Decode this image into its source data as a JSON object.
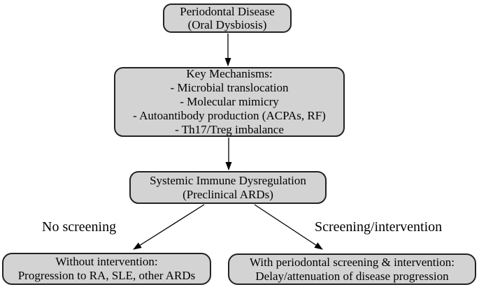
{
  "diagram": {
    "title": "Periodontal disease to autoimmune rheumatic disease flowchart",
    "colors": {
      "box_fill": "#d3d3d3",
      "box_border": "#222222",
      "text_color": "#000000",
      "bg": "#ffffff"
    },
    "nodes": {
      "periodontal": {
        "lines": [
          "Periodontal Disease",
          "(Oral Dysbiosis)"
        ]
      },
      "mechanisms": {
        "lines": [
          "Key Mechanisms:",
          "- Microbial translocation",
          "- Molecular mimicry",
          "- Autoantibody production (ACPAs, RF)",
          "- Th17/Treg imbalance"
        ]
      },
      "dysregulation": {
        "lines": [
          "Systemic Immune Dysregulation",
          "(Preclinical ARDs)"
        ]
      },
      "without_intervention": {
        "lines": [
          "Without intervention:",
          "Progression to RA, SLE, other ARDs"
        ]
      },
      "with_intervention": {
        "lines": [
          "With periodontal screening & intervention:",
          "Delay/attenuation of disease progression"
        ]
      }
    },
    "edge_labels": {
      "no_screening": "No screening",
      "screening_intervention": "Screening/intervention"
    }
  }
}
